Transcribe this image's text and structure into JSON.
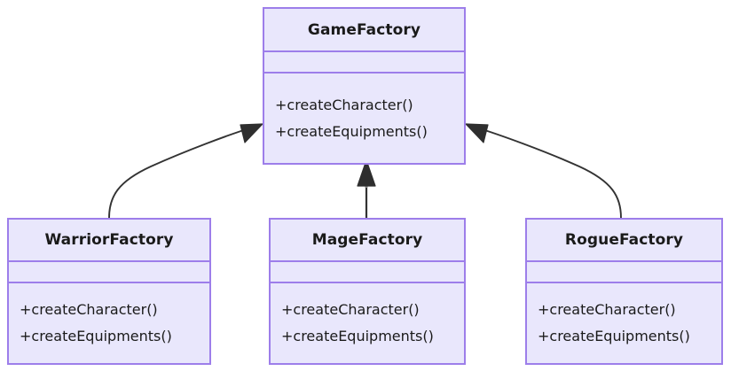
{
  "diagram": {
    "type": "uml-class-diagram",
    "pattern": "Abstract Factory",
    "colors": {
      "node_fill": "#e9e7fc",
      "node_border": "#9d7eea",
      "edge": "#333333",
      "text": "#1a1a1a",
      "background": "#ffffff"
    },
    "classes": [
      {
        "id": "gamefactory",
        "name": "GameFactory",
        "attributes": [],
        "methods": [
          "+createCharacter()",
          "+createEquipments()"
        ]
      },
      {
        "id": "warriorfactory",
        "name": "WarriorFactory",
        "attributes": [],
        "methods": [
          "+createCharacter()",
          "+createEquipments()"
        ]
      },
      {
        "id": "magefactory",
        "name": "MageFactory",
        "attributes": [],
        "methods": [
          "+createCharacter()",
          "+createEquipments()"
        ]
      },
      {
        "id": "roguefactory",
        "name": "RogueFactory",
        "attributes": [],
        "methods": [
          "+createCharacter()",
          "+createEquipments()"
        ]
      }
    ],
    "relationships": [
      {
        "id": "warrior-to-game",
        "from": "WarriorFactory",
        "to": "GameFactory",
        "type": "generalization",
        "style": "curved",
        "arrowhead": "solid-triangle"
      },
      {
        "id": "mage-to-game",
        "from": "MageFactory",
        "to": "GameFactory",
        "type": "generalization",
        "style": "straight",
        "arrowhead": "solid-triangle"
      },
      {
        "id": "rogue-to-game",
        "from": "RogueFactory",
        "to": "GameFactory",
        "type": "generalization",
        "style": "curved",
        "arrowhead": "solid-triangle"
      }
    ]
  }
}
